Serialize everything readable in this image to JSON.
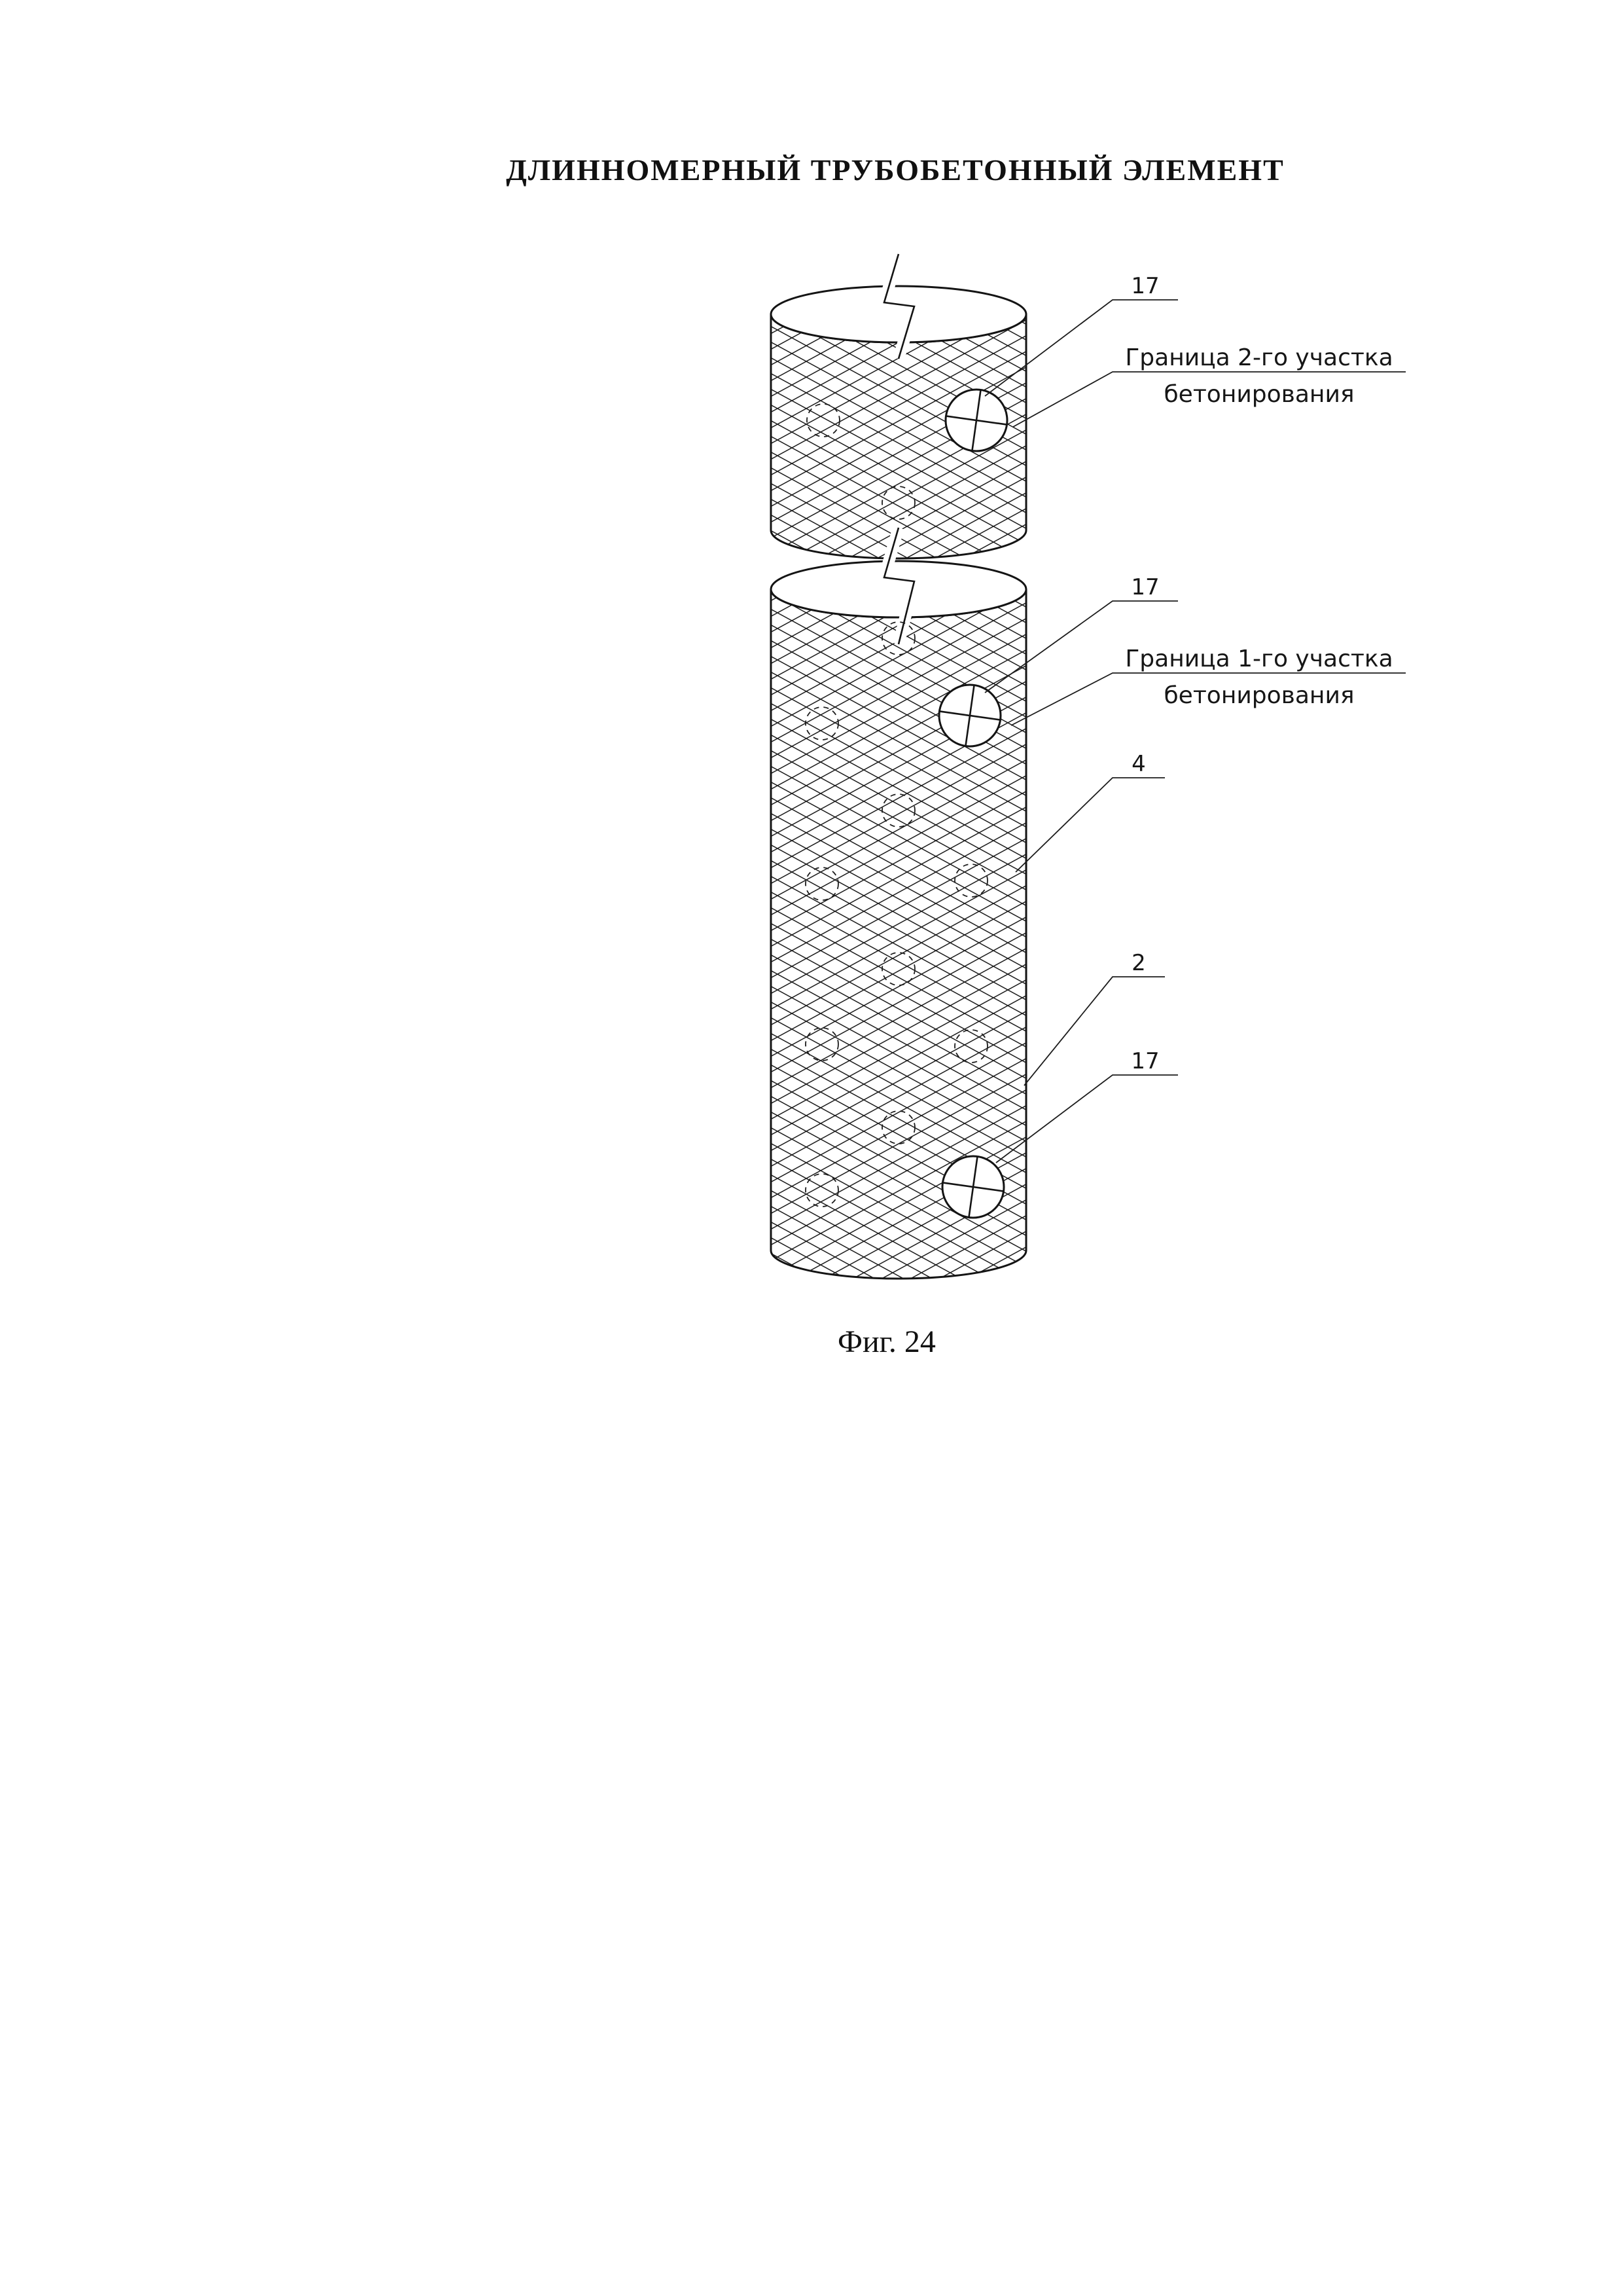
{
  "title": "ДЛИННОМЕРНЫЙ ТРУБОБЕТОННЫЙ ЭЛЕМЕНТ",
  "figure": {
    "caption": "Фиг. 24",
    "callouts": {
      "ref17_top": "17",
      "boundary2": {
        "line1": "Граница 2-го участка",
        "line2": "бетонирования"
      },
      "ref17_mid": "17",
      "boundary1": {
        "line1": "Граница 1-го участка",
        "line2": "бетонирования"
      },
      "ref4": "4",
      "ref2": "2",
      "ref17_bottom": "17"
    }
  },
  "colors": {
    "ink": "#141414",
    "paper": "#ffffff"
  }
}
